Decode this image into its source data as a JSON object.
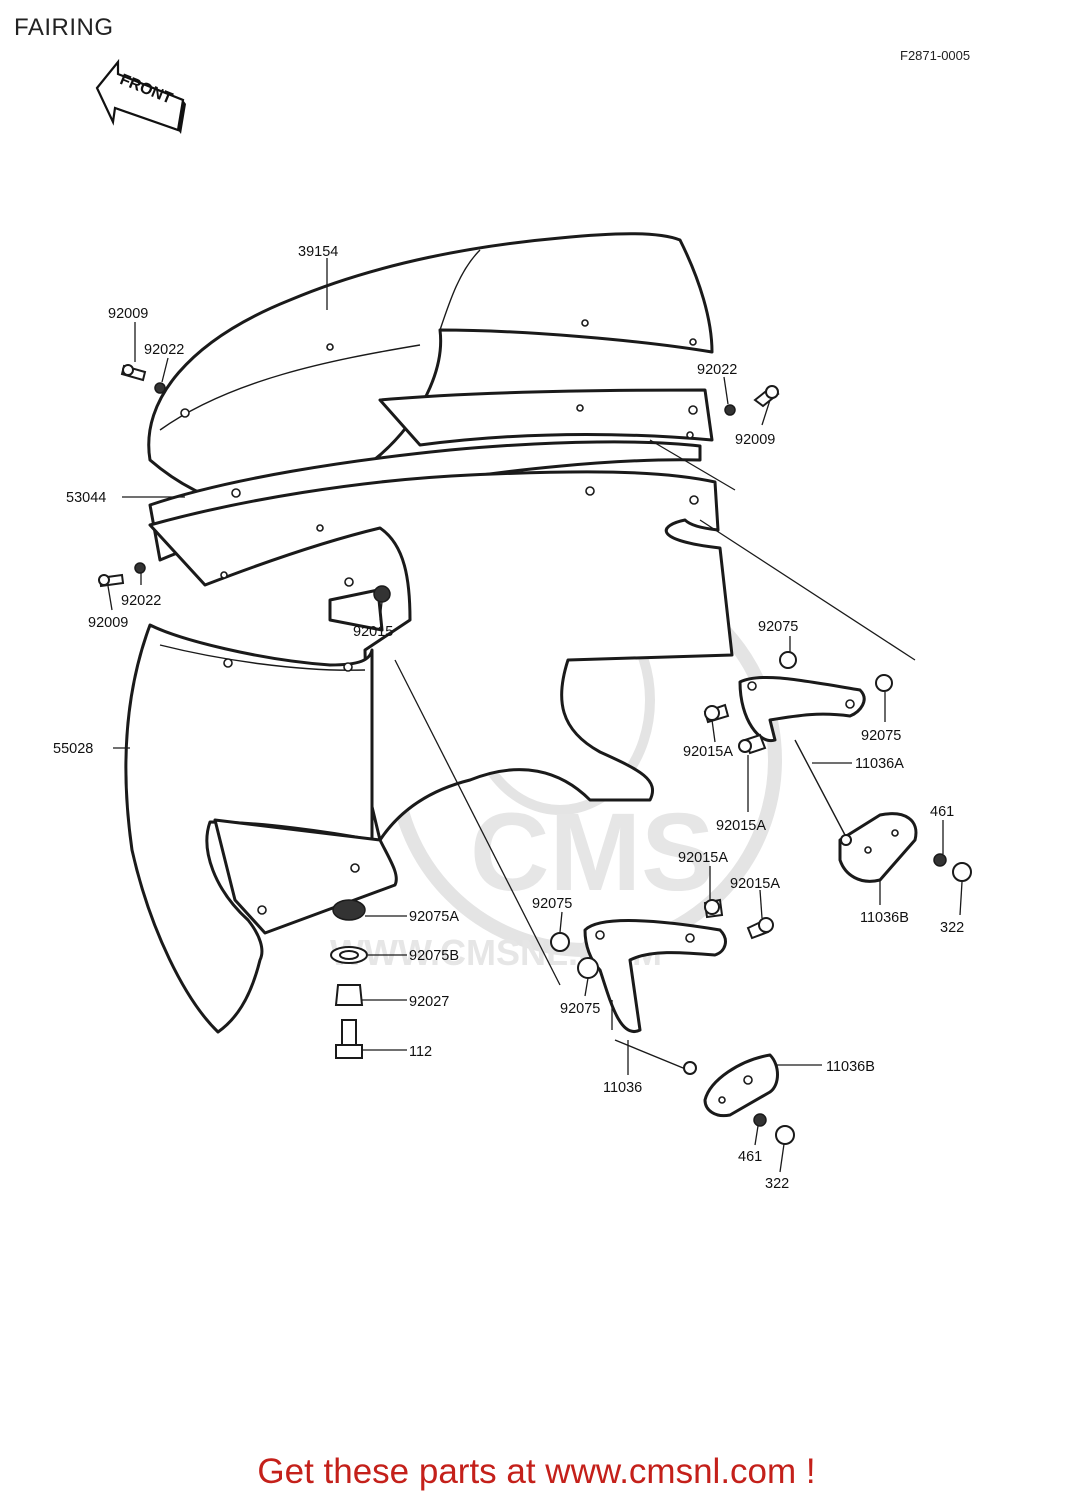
{
  "header": {
    "title": "FAIRING",
    "code": "F2871-0005"
  },
  "front_arrow": {
    "label": "FRONT"
  },
  "watermark": {
    "brand": "CMS",
    "url": "WWW.CMSNL.COM"
  },
  "parts": {
    "p39154": "39154",
    "p92009_a": "92009",
    "p92022_a": "92022",
    "p92022_b": "92022",
    "p92009_b": "92009",
    "p53044": "53044",
    "p92022_c": "92022",
    "p92009_c": "92009",
    "p92015": "92015",
    "p55028": "55028",
    "p92075_a": "92075",
    "p92075_b": "92075",
    "p92015A_a": "92015A",
    "p11036A": "11036A",
    "p92015A_b": "92015A",
    "p461_a": "461",
    "p322_a": "322",
    "p11036B_a": "11036B",
    "p92015A_c": "92015A",
    "p92015A_d": "92015A",
    "p92075_c": "92075",
    "p92075A": "92075A",
    "p92075B": "92075B",
    "p92027": "92027",
    "p112": "112",
    "p92075_d": "92075",
    "p11036": "11036",
    "p11036B_b": "11036B",
    "p461_b": "461",
    "p322_b": "322"
  },
  "footer": {
    "text": "Get these parts at www.cmsnl.com !"
  }
}
